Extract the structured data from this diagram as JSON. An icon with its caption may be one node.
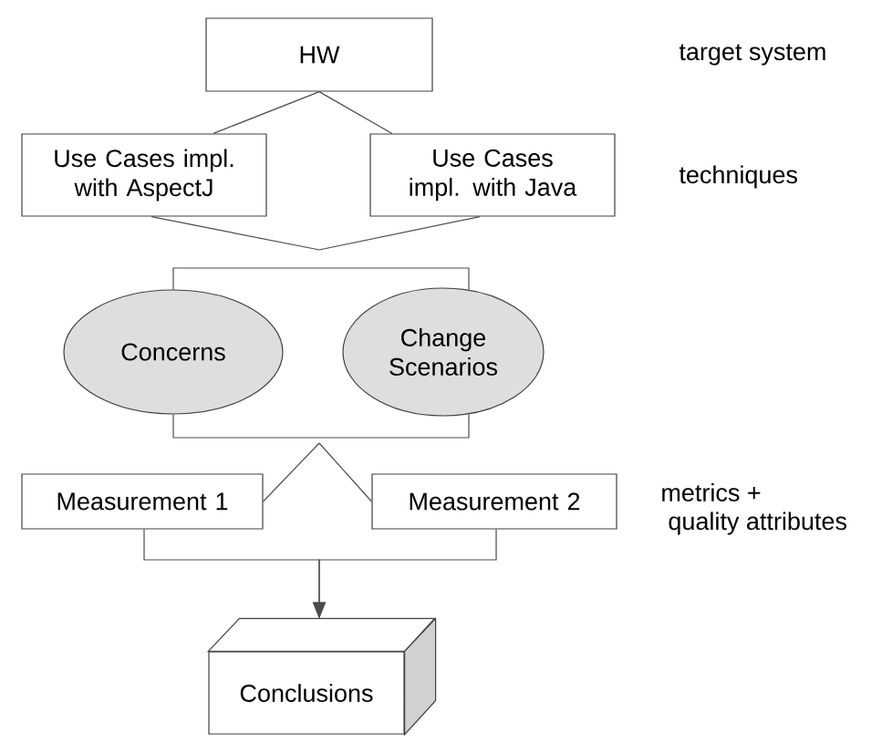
{
  "diagram": {
    "nodes": [
      {
        "text": [
          "HW"
        ]
      },
      {
        "text": [
          "Use Cases impl. with AspectJ"
        ]
      },
      {
        "text": [
          "Use Cases impl. with Java"
        ]
      },
      {
        "text": [
          "Concerns"
        ]
      },
      {
        "text": [
          "Change Scenarios"
        ]
      },
      {
        "text": [
          "Measurement 1"
        ]
      },
      {
        "text": [
          "Measurement 2"
        ]
      },
      {
        "text": [
          "Conclusions"
        ]
      }
    ],
    "edges": [
      {
        "from": 0,
        "to": 1,
        "arrow": "none"
      },
      {
        "from": 0,
        "to": 2,
        "arrow": "none"
      },
      {
        "from": 1,
        "to": null,
        "arrow": "none"
      },
      {
        "from": 2,
        "to": null,
        "arrow": "none"
      },
      {
        "from": 3,
        "to": 4,
        "arrow": "none"
      },
      {
        "from": 3,
        "to": 4,
        "arrow": "none"
      },
      {
        "from": null,
        "to": 5,
        "arrow": "none"
      },
      {
        "from": null,
        "to": 6,
        "arrow": "none"
      },
      {
        "from": 5,
        "to": 7,
        "arrow": "to"
      },
      {
        "from": 6,
        "to": 7,
        "arrow": "to"
      }
    ],
    "labels": [
      "target system",
      "techniques",
      "metrics +",
      "quality attributes"
    ]
  }
}
